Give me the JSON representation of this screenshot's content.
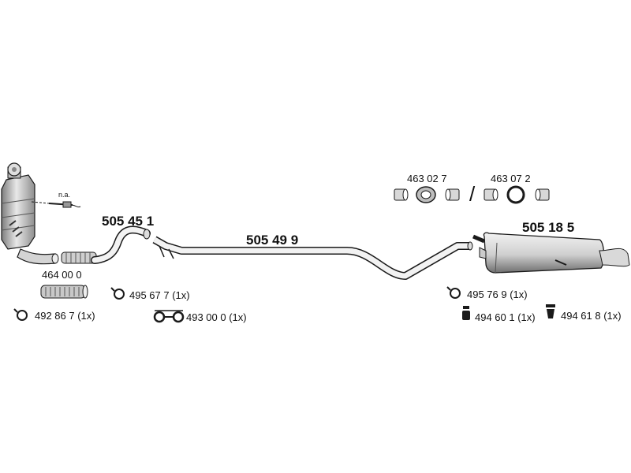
{
  "parts": {
    "sensor_note": "n.a.",
    "front_pipe": "505 45 1",
    "middle_pipe": "505 49 9",
    "rear_muffler": "505 18 5",
    "flex_pipe": "464 00 0",
    "clamp_kit_a": "463 02 7",
    "clamp_kit_b": "463 07 2",
    "clamp_front": "492 86 7 (1x)",
    "clamp_mid": "495 67 7 (1x)",
    "gasket": "493 00 0 (1x)",
    "clamp_rear": "495 76 9 (1x)",
    "rubber_mount_a": "494 60 1 (1x)",
    "rubber_mount_b": "494 61 8 (1x)"
  },
  "separator": "/",
  "colors": {
    "line": "#1a1a1a",
    "fill_light": "#e6e6e6",
    "fill_mid": "#bdbdbd",
    "fill_dark": "#8a8a8a"
  },
  "icons": [
    "clamp-icon",
    "rubber-mount-icon",
    "gasket-icon",
    "catalytic-converter-icon",
    "muffler-icon"
  ]
}
